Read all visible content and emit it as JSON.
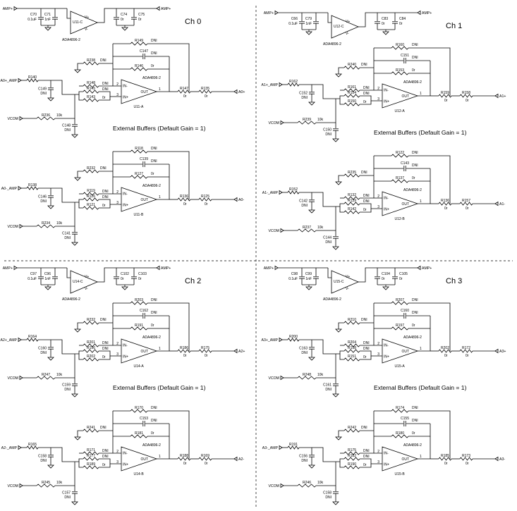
{
  "dividers": {
    "vertical": true,
    "horizontal": true
  },
  "channels": [
    {
      "title": "Ch 0",
      "caption": "External Buffers (Default Gain = 1)",
      "buffer": {
        "in": "AMP+",
        "out": "AMP+",
        "name": "U11-C",
        "part": "ADA4896-2",
        "caps_in": [
          "C70",
          "0.1uF",
          "C71",
          "1nF"
        ],
        "caps_out": [
          "C74",
          "0r",
          "C75",
          "0r"
        ]
      },
      "stages": [
        {
          "in": "A0+_AMP",
          "out": "A0+",
          "name": "U11-A",
          "part": "ADA4896-2",
          "rin": "R140",
          "cshunt": "C149",
          "rf": "R149",
          "cf": "C147",
          "rf2": "R146",
          "rg": "R238",
          "rp1": "R145",
          "rp2": "R143",
          "rn": "R148",
          "rvcom": "R236",
          "rvcomval": "10k",
          "cv": "C148",
          "rout1": "R147",
          "rout2": "R135",
          "vcom": "VCOM"
        },
        {
          "in": "A0-_AMP",
          "out": "A0-",
          "name": "U11-B",
          "part": "ADA4896-2",
          "rin": "R138",
          "cshunt": "C146",
          "rf": "R118",
          "cf": "C139",
          "rf2": "R127",
          "rg": "R232",
          "rp1": "R126",
          "rp2": "R121",
          "rn": "R119",
          "rvcom": "R234",
          "rvcomval": "10k",
          "cv": "C141",
          "rout1": "R136",
          "rout2": "R125",
          "vcom": "VCOM"
        }
      ]
    },
    {
      "title": "Ch 1",
      "caption": "External Buffers (Default Gain = 1)",
      "buffer": {
        "in": "AMP+",
        "out": "AMP+",
        "name": "U12-C",
        "part": "ADA4896-2",
        "caps_in": [
          "C66",
          "0.1uF",
          "C79",
          "1nF"
        ],
        "caps_out": [
          "C83",
          "0r",
          "C84",
          "0r"
        ]
      },
      "stages": [
        {
          "in": "A1+_AMP",
          "out": "A1+",
          "name": "U12-A",
          "part": "ADA4896-2",
          "rin": "R162",
          "cshunt": "C152",
          "rf": "R160",
          "cf": "C151",
          "rf2": "R153",
          "rg": "R240",
          "rp1": "R154",
          "rp2": "R150",
          "rn": "R161",
          "rvcom": "R239",
          "rvcomval": "10k",
          "cv": "C150",
          "rout1": "R159",
          "rout2": "R158",
          "vcom": "VCOM"
        },
        {
          "in": "A1-_AMP",
          "out": "A1-",
          "name": "U12-B",
          "part": "ADA4896-2",
          "rin": "R152",
          "cshunt": "C142",
          "rf": "R122",
          "cf": "C143",
          "rf2": "R137",
          "rg": "R235",
          "rp1": "R139",
          "rp2": "R142",
          "rn": "R132",
          "rvcom": "R237",
          "rvcomval": "10k",
          "cv": "C144",
          "rout1": "R136",
          "rout2": "R157",
          "vcom": "VCOM"
        }
      ]
    },
    {
      "title": "Ch 2",
      "caption": "External Buffers (Default Gain = 1)",
      "buffer": {
        "in": "AMP+",
        "out": "AMP+",
        "name": "U14-C",
        "part": "ADA4896-2",
        "caps_in": [
          "C97",
          "0.1uF",
          "C96",
          "1nF"
        ],
        "caps_out": [
          "C102",
          "0r",
          "C103",
          "0r"
        ]
      },
      "stages": [
        {
          "in": "A2+_AMP",
          "out": "A2+",
          "name": "U14-A",
          "part": "ADA4896-2",
          "rin": "R164",
          "cshunt": "C160",
          "rf": "R203",
          "cf": "C162",
          "rf2": "R191",
          "rg": "R232",
          "rp1": "R196",
          "rp2": "R202",
          "rn": "R201",
          "rvcom": "R247",
          "rvcomval": "10k",
          "cv": "C159",
          "rout1": "R186",
          "rout2": "R175",
          "vcom": "VCOM"
        },
        {
          "in": "A2-_AMP",
          "out": "A2-",
          "name": "U14-B",
          "part": "ADA4896-2",
          "rin": "R165",
          "cshunt": "C158",
          "rf": "R170",
          "cf": "C153",
          "rf2": "R181",
          "rg": "R241",
          "rp1": "R177",
          "rp2": "R189",
          "rn": "R171",
          "rvcom": "R245",
          "rvcomval": "10k",
          "cv": "C157",
          "rout1": "R188",
          "rout2": "R169",
          "vcom": "VCOM"
        }
      ]
    },
    {
      "title": "Ch 3",
      "caption": "External Buffers (Default Gain = 1)",
      "buffer": {
        "in": "AMP+",
        "out": "AMP+",
        "name": "U15-C",
        "part": "ADA4896-2",
        "caps_in": [
          "C98",
          "0.1uF",
          "C99",
          "1nF"
        ],
        "caps_out": [
          "C104",
          "0r",
          "C105",
          "0r"
        ]
      },
      "stages": [
        {
          "in": "A3+_AMP",
          "out": "A3+",
          "name": "U15-A",
          "part": "ADA4896-2",
          "rin": "R200",
          "cshunt": "C163",
          "rf": "R207",
          "cf": "C160",
          "rf2": "R197",
          "rg": "R210",
          "rp1": "R198",
          "rp2": "R151",
          "rn": "R204",
          "rvcom": "R248",
          "rvcomval": "10k",
          "cv": "C161",
          "rout1": "R202",
          "rout2": "R172",
          "vcom": "VCOM"
        },
        {
          "in": "A3-_AMP",
          "out": "A3-",
          "name": "U15-B",
          "part": "ADA4896-2",
          "rin": "R191",
          "cshunt": "C156",
          "rf": "R174",
          "cf": "C155",
          "rf2": "R180",
          "rg": "R242",
          "rp1": "R182",
          "rp2": "R190",
          "rn": "R175",
          "rvcom": "R246",
          "rvcomval": "10k",
          "cv": "C158",
          "rout1": "R185",
          "rout2": "R173",
          "vcom": "VCOM"
        }
      ]
    }
  ]
}
